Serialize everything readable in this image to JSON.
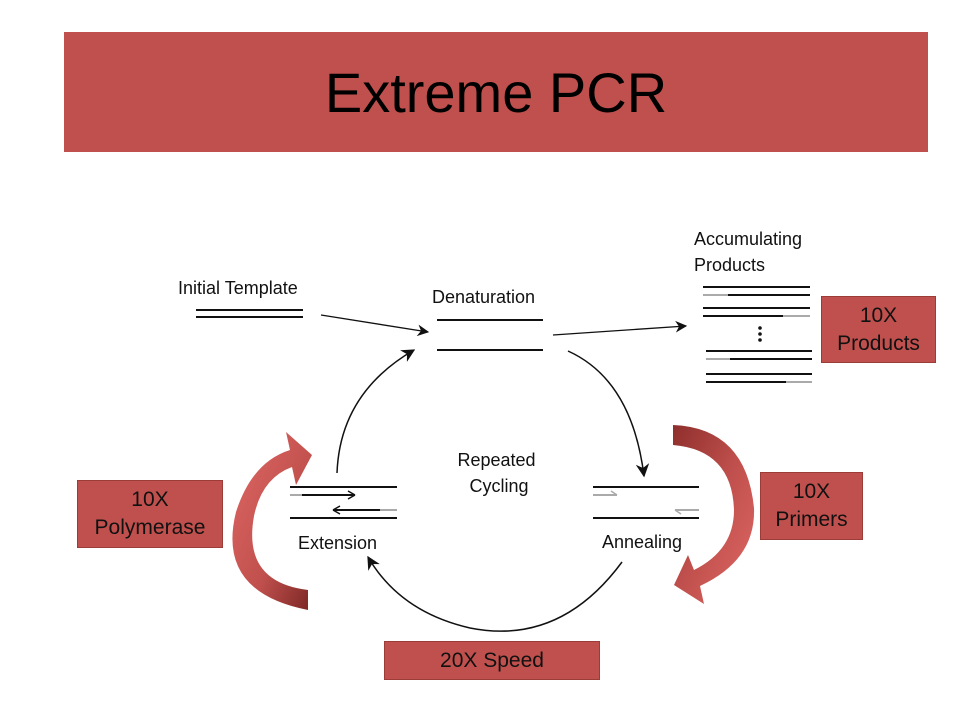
{
  "title": "Extreme PCR",
  "colors": {
    "accent": "#c0504d",
    "accent_dark": "#8e2f2c"
  },
  "diagram": {
    "initial_template": "Initial Template",
    "denaturation": "Denaturation",
    "accumulating_products": [
      "Accumulating",
      "Products"
    ],
    "repeated_cycling": [
      "Repeated",
      "Cycling"
    ],
    "extension": "Extension",
    "annealing": "Annealing"
  },
  "callouts": {
    "products": [
      "10X",
      "Products"
    ],
    "polymerase": [
      "10X",
      "Polymerase"
    ],
    "primers": [
      "10X",
      "Primers"
    ],
    "speed": "20X Speed"
  }
}
